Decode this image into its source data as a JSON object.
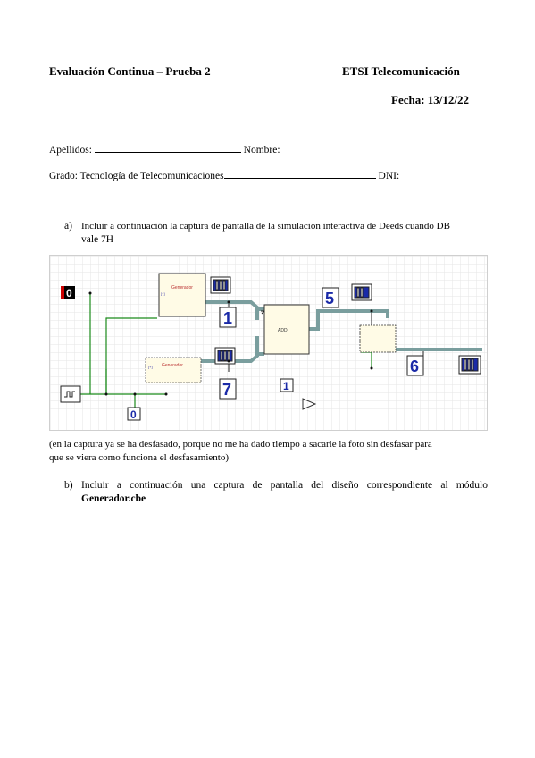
{
  "header": {
    "left_title": "Evaluación Continua – Prueba 2",
    "right_title": "ETSI Telecomunicación",
    "date": "Fecha: 13/12/22"
  },
  "form": {
    "surname_label": "Apellidos:",
    "name_label": "Nombre:",
    "degree_label": "Grado: Tecnología de Telecomunicaciones",
    "dni_label": "DNI:"
  },
  "item_a": {
    "marker": "a)",
    "text_line1": "Incluir a continuación la captura de pantalla de la simulación interactiva de Deeds cuando DB",
    "text_line2": "vale 7H"
  },
  "circuit": {
    "switch_value": "0",
    "bottom_value": "0",
    "mid_value": "1",
    "disp_top_left": "1",
    "disp_mid_left": "7",
    "disp_top_right": "5",
    "disp_bottom_right": "6",
    "block1_title": "Generador",
    "block2_title": "Generador",
    "colors": {
      "wire_green": "#1a8a1a",
      "bus_gray": "#7a9e9e",
      "display_blue": "#1a2aa8",
      "block_fill": "#fffbe6",
      "grid": "#e6e6e6"
    }
  },
  "note": {
    "line1": "(en la captura ya se ha desfasado, porque no me ha dado tiempo a sacarle la foto sin desfasar para",
    "line2": "que se viera como funciona el desfasamiento)"
  },
  "item_b": {
    "marker": "b)",
    "text_line1": "Incluir a continuación una captura de pantalla del diseño correspondiente al módulo",
    "text_line2": "Generador.cbe"
  }
}
